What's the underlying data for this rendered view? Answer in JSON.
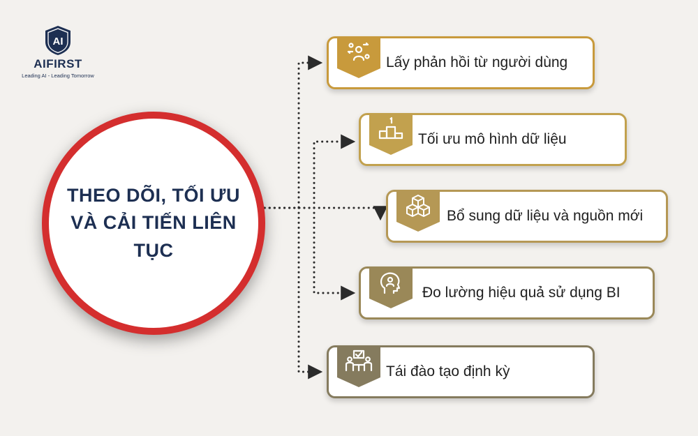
{
  "logo": {
    "mark": "AI",
    "name": "AIFIRST",
    "tagline": "Leading AI - Leading Tomorrow"
  },
  "hub": {
    "title": "THEO DÕI, TỐI ƯU VÀ CẢI TIẾN LIÊN TỤC"
  },
  "items": [
    {
      "label": "Lấy phản hồi từ người dùng",
      "icon": "user-feedback-icon",
      "color": "#c89a3c"
    },
    {
      "label": "Tối ưu mô hình dữ liệu",
      "icon": "podium-icon",
      "color": "#c2a14e"
    },
    {
      "label": "Bổ sung dữ liệu và nguồn mới",
      "icon": "data-cubes-icon",
      "color": "#b59855"
    },
    {
      "label": "Đo lường hiệu quả sử dụng BI",
      "icon": "mind-analysis-icon",
      "color": "#9a8858"
    },
    {
      "label": "Tái đào tạo định kỳ",
      "icon": "team-training-icon",
      "color": "#857b5e"
    }
  ],
  "colors": {
    "background": "#f3f1ee",
    "hub_border": "#d42e2e",
    "brand_navy": "#1d2f52",
    "connector": "#2b2b2b"
  }
}
